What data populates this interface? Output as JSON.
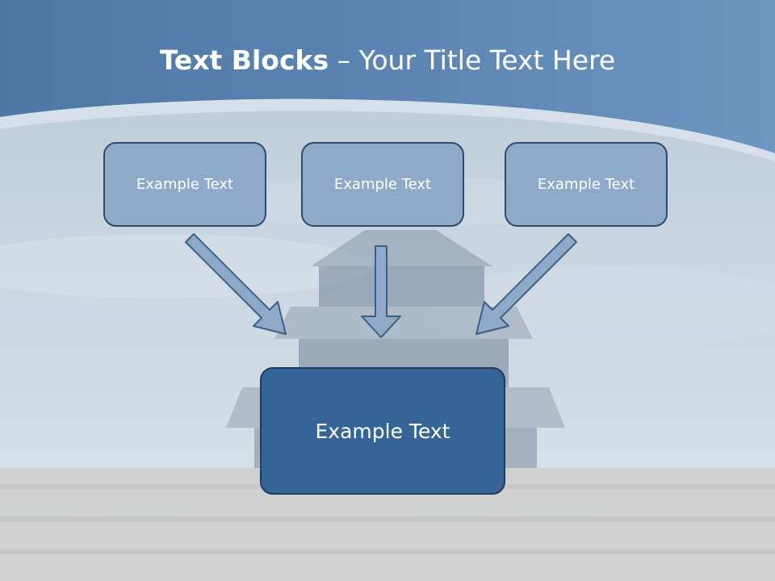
{
  "slide": {
    "title_bold": "Text Blocks",
    "title_dash": "–",
    "title_rest": "Your Title Text Here",
    "top_boxes": [
      {
        "text": "Example Text"
      },
      {
        "text": "Example Text"
      },
      {
        "text": "Example Text"
      }
    ],
    "center_box": {
      "text": "Example Text"
    }
  },
  "colors": {
    "header_blue": "#5f86b1",
    "box_light": "#8eaac8",
    "box_dark": "#356596",
    "border": "#2c4c6e",
    "text": "#ffffff"
  }
}
